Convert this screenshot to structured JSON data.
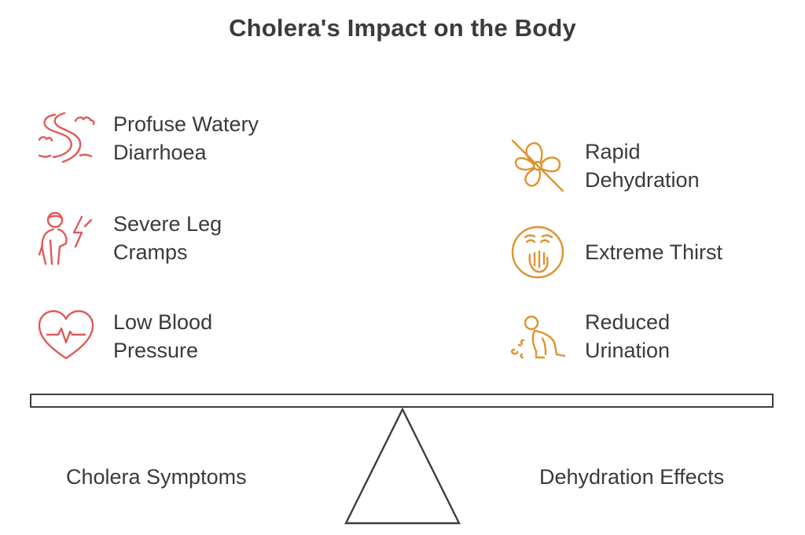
{
  "title": "Cholera's Impact on the Body",
  "colors": {
    "symptoms": "#e05a5a",
    "effects": "#e0922e",
    "outline": "#3d3d3d"
  },
  "symptoms": {
    "label": "Cholera Symptoms",
    "items": [
      {
        "icon": "river-icon",
        "line1": "Profuse Watery",
        "line2": "Diarrhoea"
      },
      {
        "icon": "person-lightning-icon",
        "line1": "Severe Leg",
        "line2": "Cramps"
      },
      {
        "icon": "heart-pulse-icon",
        "line1": "Low Blood",
        "line2": "Pressure"
      }
    ]
  },
  "effects": {
    "label": "Dehydration Effects",
    "items": [
      {
        "icon": "crossed-out-fan-icon",
        "line1": "Rapid",
        "line2": "Dehydration"
      },
      {
        "icon": "thirsty-face-icon",
        "line1": "Extreme Thirst",
        "line2": ""
      },
      {
        "icon": "crawling-child-icon",
        "line1": "Reduced",
        "line2": "Urination"
      }
    ]
  }
}
